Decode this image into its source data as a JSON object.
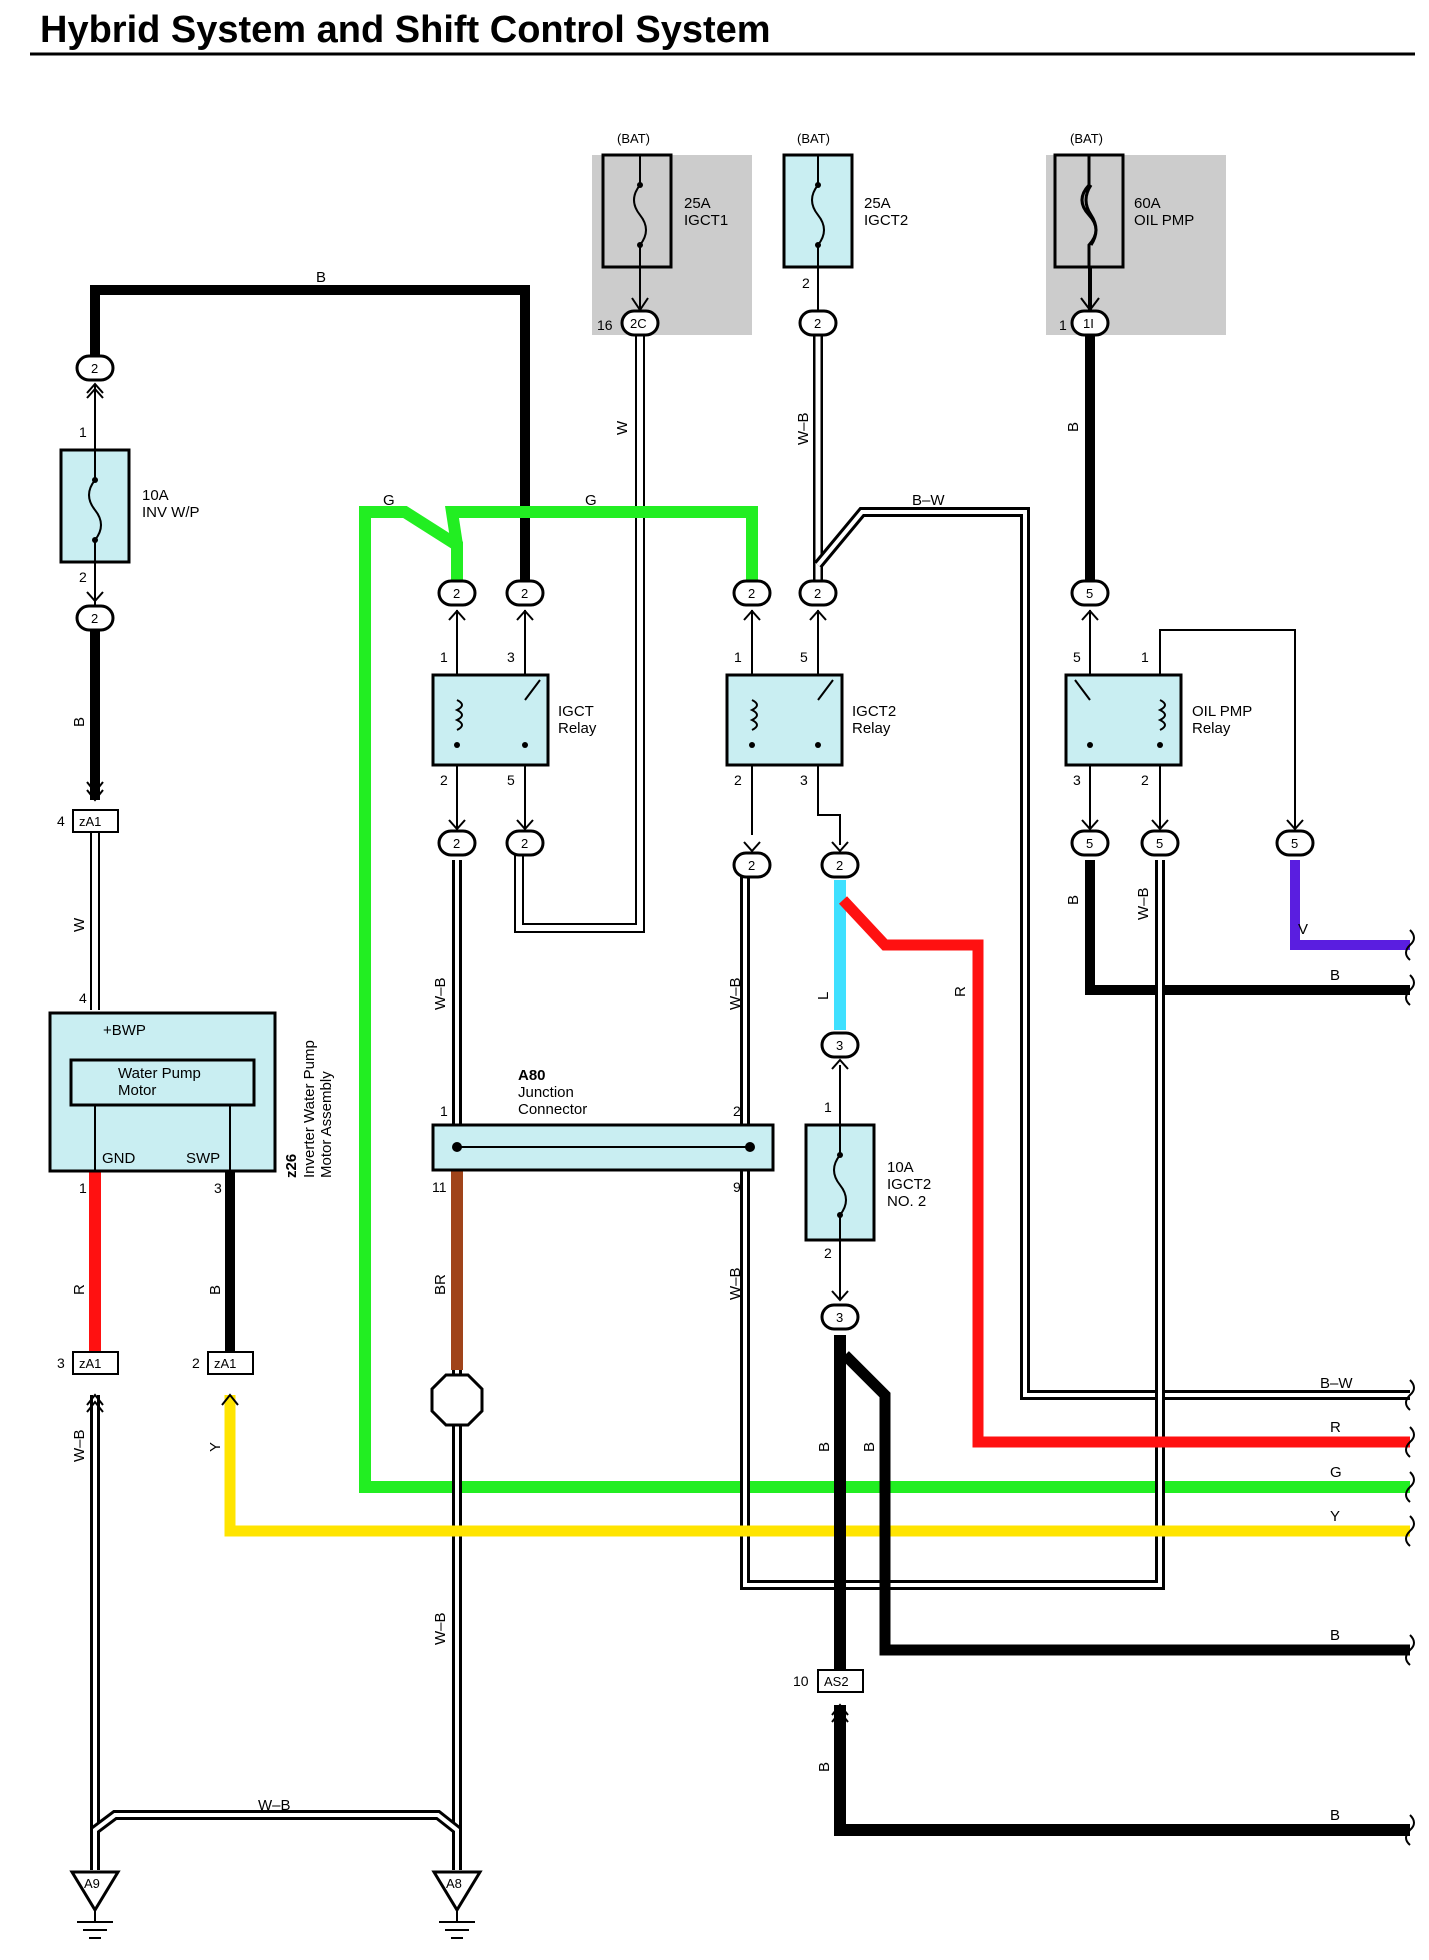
{
  "title": "Hybrid System and Shift Control System",
  "colors": {
    "fuse_fill": "#c9eef2",
    "shade": "#cccccc",
    "black": "#000000",
    "green": "#22ee22",
    "red": "#ff1111",
    "yellow": "#ffe400",
    "blue": "#3ee0ff",
    "violet": "#5a1ee0",
    "brown": "#a0441a",
    "white_wire": "#ffffff"
  },
  "fuses": {
    "igct1": {
      "bat": "(BAT)",
      "rating": "25A",
      "name": "IGCT1",
      "pin": "16",
      "connector": "2C"
    },
    "igct2": {
      "bat": "(BAT)",
      "rating": "25A",
      "name": "IGCT2",
      "pin": "2",
      "connector": "2"
    },
    "oil_pmp": {
      "bat": "(BAT)",
      "rating": "60A",
      "name": "OIL PMP",
      "pin": "1",
      "connector": "1I"
    },
    "inv_wp": {
      "rating": "10A",
      "name": "INV W/P",
      "pin_top": "1",
      "pin_bottom": "2"
    },
    "igct2_no2": {
      "rating": "10A",
      "name1": "IGCT2",
      "name2": "NO. 2",
      "pin_top": "1",
      "pin_bottom": "2"
    }
  },
  "relays": {
    "igct": {
      "name1": "IGCT",
      "name2": "Relay",
      "pins": [
        "1",
        "3",
        "2",
        "5"
      ]
    },
    "igct2": {
      "name1": "IGCT2",
      "name2": "Relay",
      "pins": [
        "1",
        "5",
        "2",
        "3"
      ]
    },
    "oil_pmp": {
      "name1": "OIL PMP",
      "name2": "Relay",
      "pins": [
        "5",
        "1",
        "3",
        "2"
      ]
    }
  },
  "connectors": {
    "n2": "2",
    "n3": "3",
    "n5": "5",
    "za1": "zA1",
    "as2": "AS2",
    "a9": "A9",
    "a8": "A8"
  },
  "pins": {
    "za1_top": "4",
    "za1_left": "3",
    "za1_right": "2",
    "motor_top": "4",
    "motor_gnd": "1",
    "motor_swp": "3",
    "a80_left_top": "1",
    "a80_right_top": "2",
    "a80_left_bottom": "11",
    "a80_right_bottom": "9",
    "as2": "10"
  },
  "motor": {
    "bwp": "+BWP",
    "inner1": "Water Pump",
    "inner2": "Motor",
    "gnd": "GND",
    "swp": "SWP",
    "id": "z26",
    "name1": "Inverter Water Pump",
    "name2": "Motor Assembly"
  },
  "junction": {
    "id": "A80",
    "name1": "Junction",
    "name2": "Connector"
  },
  "wires": {
    "b": "B",
    "w": "W",
    "g": "G",
    "wb": "W–B",
    "bw": "B–W",
    "r": "R",
    "y": "Y",
    "v": "V",
    "l": "L",
    "br": "BR"
  }
}
